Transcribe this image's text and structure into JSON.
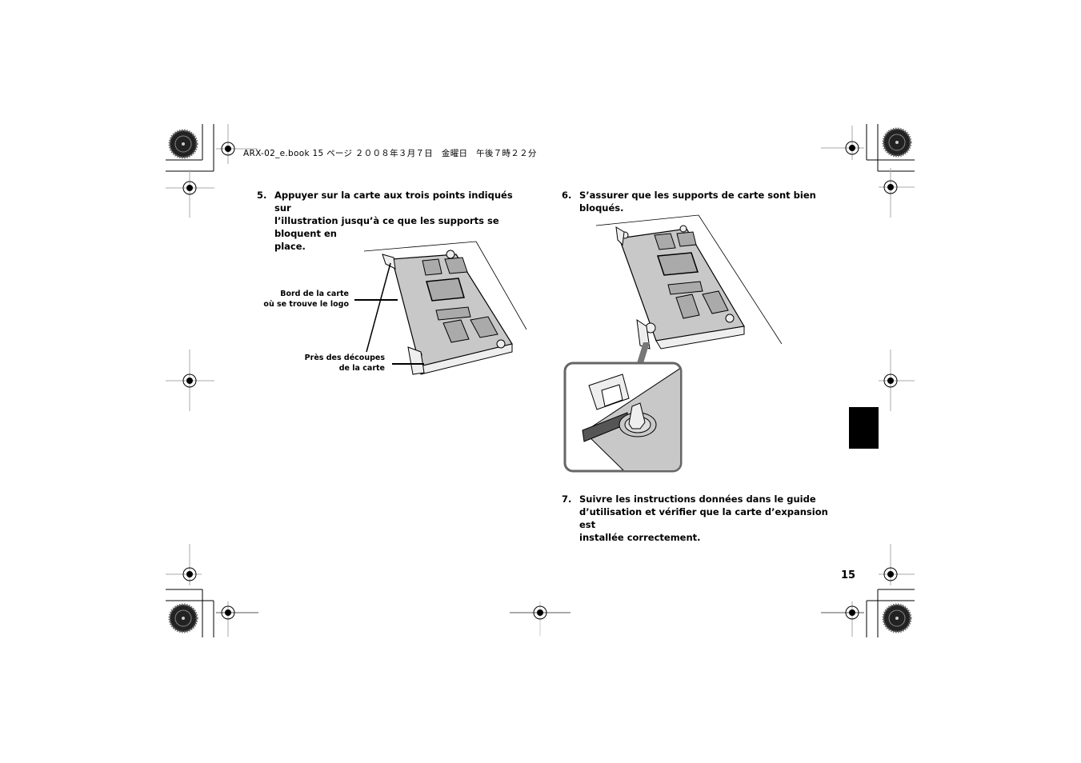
{
  "header": {
    "running_head": "ARX-02_e.book  15 ページ  ２００８年３月７日　金曜日　午後７時２２分"
  },
  "steps": [
    {
      "number": "5.",
      "lines": [
        "Appuyer sur la carte aux trois points indiqués sur",
        "l’illustration jusqu’à ce que les supports se bloquent en",
        "place."
      ]
    },
    {
      "number": "6.",
      "lines": [
        "S’assurer que les supports de carte sont bien bloqués."
      ]
    },
    {
      "number": "7.",
      "lines": [
        "Suivre les instructions données dans le guide",
        "d’utilisation et vérifier que la carte d’expansion est",
        "installée correctement."
      ]
    }
  ],
  "figure1": {
    "callouts": [
      {
        "lines": [
          "Bord de la carte",
          "où se trouve le logo"
        ]
      },
      {
        "lines": [
          "Près des découpes",
          "de la carte"
        ]
      }
    ]
  },
  "footer": {
    "page_number": "15"
  },
  "colors": {
    "board_fill": "#c8c8c8",
    "chip_fill": "#b0b0b0",
    "thumb_tab": "#000000"
  }
}
